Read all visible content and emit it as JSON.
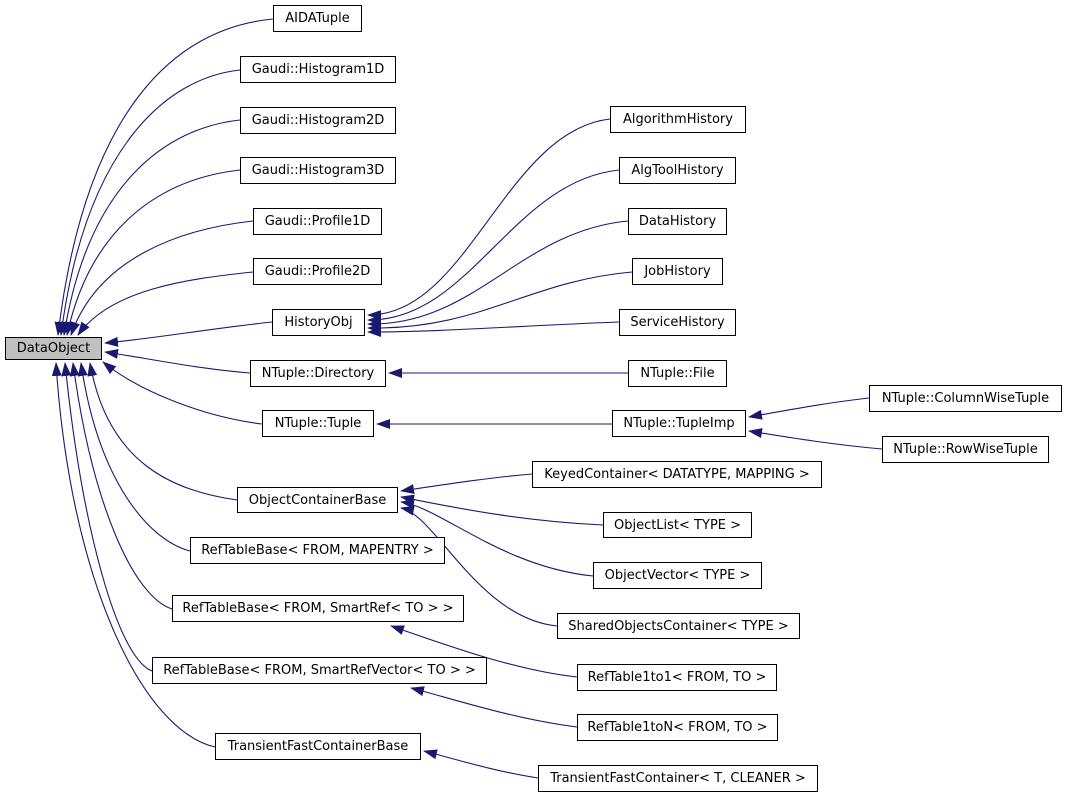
{
  "diagram": {
    "type": "class-inheritance-graph",
    "root_class": "DataObject",
    "nodes": [
      {
        "id": "dataobject",
        "label": "DataObject",
        "is_root": true
      },
      {
        "id": "aidatuple",
        "label": "AIDATuple"
      },
      {
        "id": "gaudi-histogram1d",
        "label": "Gaudi::Histogram1D"
      },
      {
        "id": "gaudi-histogram2d",
        "label": "Gaudi::Histogram2D"
      },
      {
        "id": "gaudi-histogram3d",
        "label": "Gaudi::Histogram3D"
      },
      {
        "id": "gaudi-profile1d",
        "label": "Gaudi::Profile1D"
      },
      {
        "id": "gaudi-profile2d",
        "label": "Gaudi::Profile2D"
      },
      {
        "id": "historyobj",
        "label": "HistoryObj"
      },
      {
        "id": "ntuple-directory",
        "label": "NTuple::Directory"
      },
      {
        "id": "ntuple-tuple",
        "label": "NTuple::Tuple"
      },
      {
        "id": "objectcontainerbase",
        "label": "ObjectContainerBase"
      },
      {
        "id": "reftablebase-mapentry",
        "label": "RefTableBase< FROM, MAPENTRY >"
      },
      {
        "id": "reftablebase-smartref",
        "label": "RefTableBase< FROM, SmartRef< TO > >"
      },
      {
        "id": "reftablebase-smartrefvector",
        "label": "RefTableBase< FROM, SmartRefVector< TO > >"
      },
      {
        "id": "transientfastcontainerbase",
        "label": "TransientFastContainerBase"
      },
      {
        "id": "algorithmhistory",
        "label": "AlgorithmHistory"
      },
      {
        "id": "algtoolhistory",
        "label": "AlgToolHistory"
      },
      {
        "id": "datahistory",
        "label": "DataHistory"
      },
      {
        "id": "jobhistory",
        "label": "JobHistory"
      },
      {
        "id": "servicehistory",
        "label": "ServiceHistory"
      },
      {
        "id": "ntuple-file",
        "label": "NTuple::File"
      },
      {
        "id": "ntuple-tupleimp",
        "label": "NTuple::TupleImp"
      },
      {
        "id": "ntuple-columnwisetuple",
        "label": "NTuple::ColumnWiseTuple"
      },
      {
        "id": "ntuple-rowwisetuple",
        "label": "NTuple::RowWiseTuple"
      },
      {
        "id": "keyedcontainer",
        "label": "KeyedContainer< DATATYPE, MAPPING >"
      },
      {
        "id": "objectlist",
        "label": "ObjectList< TYPE >"
      },
      {
        "id": "objectvector",
        "label": "ObjectVector< TYPE >"
      },
      {
        "id": "sharedobjectscontainer",
        "label": "SharedObjectsContainer< TYPE >"
      },
      {
        "id": "reftable1to1",
        "label": "RefTable1to1< FROM, TO >"
      },
      {
        "id": "reftable1ton",
        "label": "RefTable1toN< FROM, TO >"
      },
      {
        "id": "transientfastcontainer",
        "label": "TransientFastContainer< T, CLEANER >"
      }
    ],
    "edges": [
      {
        "from": "aidatuple",
        "to": "dataobject"
      },
      {
        "from": "gaudi-histogram1d",
        "to": "dataobject"
      },
      {
        "from": "gaudi-histogram2d",
        "to": "dataobject"
      },
      {
        "from": "gaudi-histogram3d",
        "to": "dataobject"
      },
      {
        "from": "gaudi-profile1d",
        "to": "dataobject"
      },
      {
        "from": "gaudi-profile2d",
        "to": "dataobject"
      },
      {
        "from": "historyobj",
        "to": "dataobject"
      },
      {
        "from": "ntuple-directory",
        "to": "dataobject"
      },
      {
        "from": "ntuple-tuple",
        "to": "dataobject"
      },
      {
        "from": "objectcontainerbase",
        "to": "dataobject"
      },
      {
        "from": "reftablebase-mapentry",
        "to": "dataobject"
      },
      {
        "from": "reftablebase-smartref",
        "to": "dataobject"
      },
      {
        "from": "reftablebase-smartrefvector",
        "to": "dataobject"
      },
      {
        "from": "transientfastcontainerbase",
        "to": "dataobject"
      },
      {
        "from": "algorithmhistory",
        "to": "historyobj"
      },
      {
        "from": "algtoolhistory",
        "to": "historyobj"
      },
      {
        "from": "datahistory",
        "to": "historyobj"
      },
      {
        "from": "jobhistory",
        "to": "historyobj"
      },
      {
        "from": "servicehistory",
        "to": "historyobj"
      },
      {
        "from": "ntuple-file",
        "to": "ntuple-directory"
      },
      {
        "from": "ntuple-tupleimp",
        "to": "ntuple-tuple"
      },
      {
        "from": "ntuple-columnwisetuple",
        "to": "ntuple-tupleimp"
      },
      {
        "from": "ntuple-rowwisetuple",
        "to": "ntuple-tupleimp"
      },
      {
        "from": "keyedcontainer",
        "to": "objectcontainerbase"
      },
      {
        "from": "objectlist",
        "to": "objectcontainerbase"
      },
      {
        "from": "objectvector",
        "to": "objectcontainerbase"
      },
      {
        "from": "sharedobjectscontainer",
        "to": "objectcontainerbase"
      },
      {
        "from": "reftable1to1",
        "to": "reftablebase-smartref"
      },
      {
        "from": "reftable1ton",
        "to": "reftablebase-smartrefvector"
      },
      {
        "from": "transientfastcontainer",
        "to": "transientfastcontainerbase"
      }
    ]
  },
  "colors": {
    "edge": "#191970",
    "node_border": "#000000",
    "node_fill": "#ffffff",
    "root_fill": "#c0c0c0",
    "background": "#ffffff",
    "text": "#000000"
  }
}
